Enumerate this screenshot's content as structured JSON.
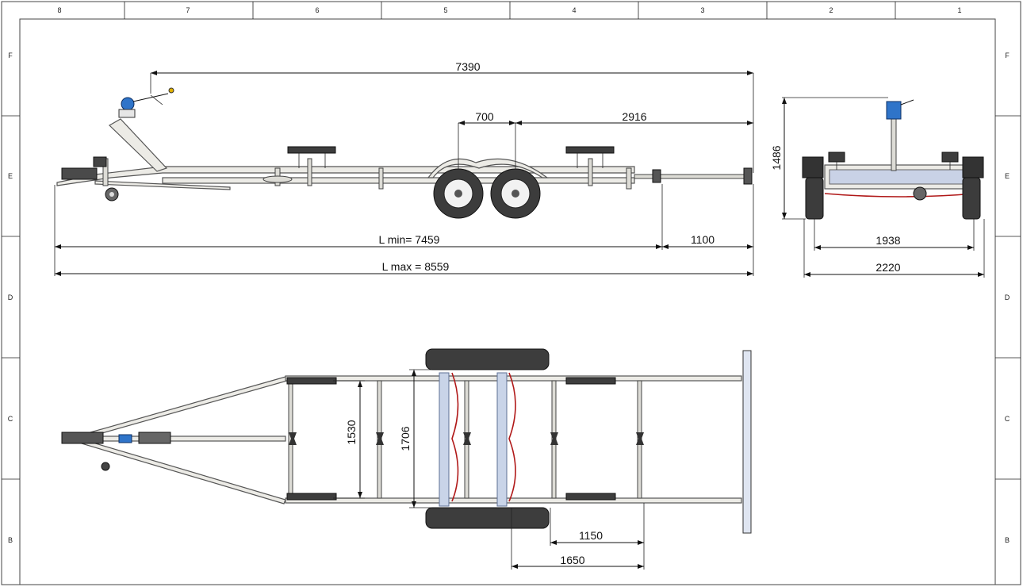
{
  "drawing": {
    "border_columns": [
      "8",
      "7",
      "6",
      "5",
      "4",
      "3",
      "2",
      "1"
    ],
    "border_rows": [
      "F",
      "E",
      "D",
      "C",
      "B"
    ],
    "side_view": {
      "overall_length": "7390",
      "axle_spacing": "700",
      "axle_to_rear": "2916",
      "length_min": "L min= 7459",
      "extension": "1100",
      "length_max": "L max = 8559"
    },
    "rear_view": {
      "height": "1486",
      "track_width": "1938",
      "overall_width": "2220"
    },
    "top_view": {
      "bunk_spacing": "1530",
      "roller_spacing": "1706",
      "axle_offset_short": "1150",
      "axle_offset_long": "1650"
    }
  },
  "colors": {
    "line": "#111111",
    "frame_fill": "#ecebe6",
    "winch_blue": "#2f74c9",
    "brake_cable_red": "#b01818",
    "tire": "#3c3c3c"
  }
}
